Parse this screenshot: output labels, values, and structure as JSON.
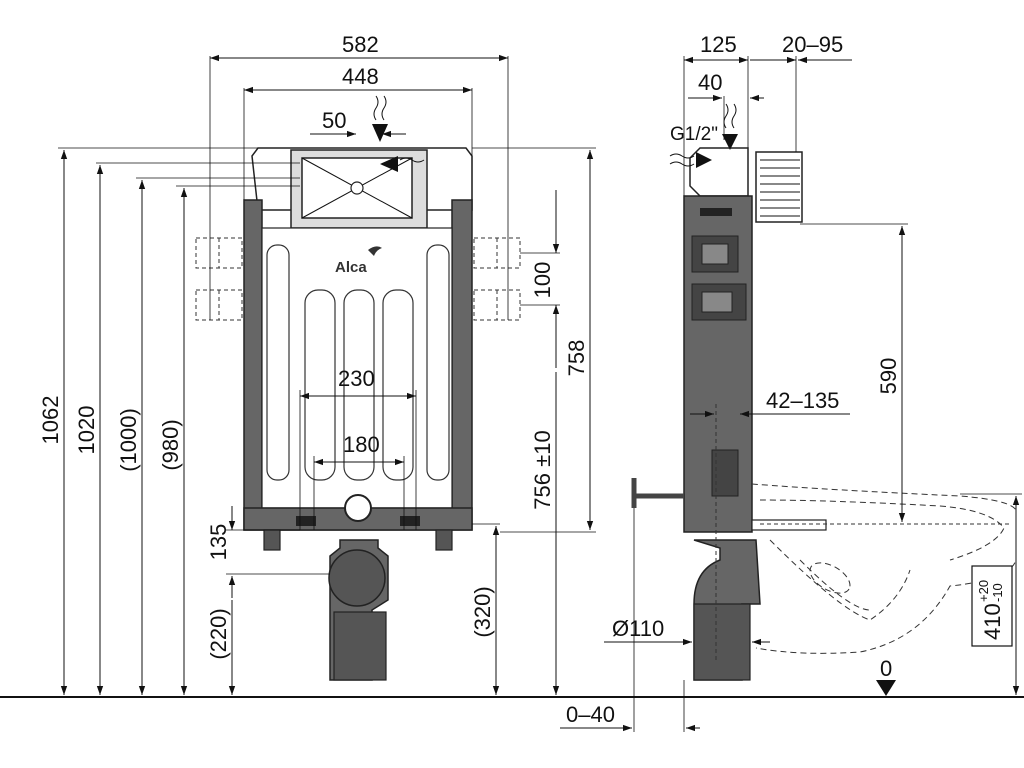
{
  "front_view": {
    "width_overall": "582",
    "width_frame": "448",
    "inlet_offset": "50",
    "brand": "Alca",
    "height_1062": "1062",
    "height_1020": "1020",
    "height_1000": "(1000)",
    "height_980": "(980)",
    "spacing_230": "230",
    "spacing_180": "180",
    "anchor_100": "100",
    "height_758": "758",
    "height_756": "756 ±10",
    "dim_135": "135",
    "dim_220": "(220)",
    "dim_320": "(320)"
  },
  "side_view": {
    "depth_125": "125",
    "range_20_95": "20–95",
    "offset_40": "40",
    "pipe_thread": "G1/2\"",
    "range_42_135": "42–135",
    "height_590": "590",
    "pipe_dia": "Ø110",
    "range_0_40": "0–40",
    "floor_level": "0",
    "bowl_height": "410",
    "bowl_tol_plus": "+20",
    "bowl_tol_minus": "-10"
  }
}
